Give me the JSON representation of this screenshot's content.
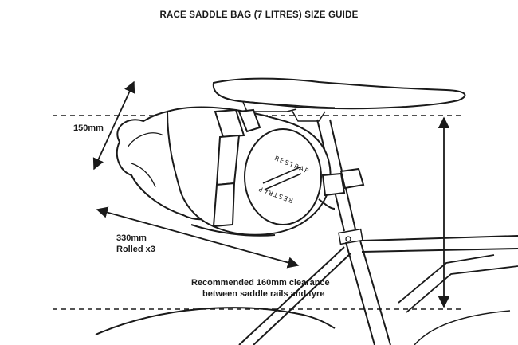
{
  "title": "RACE SADDLE BAG (7 LITRES) SIZE GUIDE",
  "dimensions": {
    "height_label": "150mm",
    "length_label": "330mm",
    "length_note": "Rolled x3",
    "clearance_line1": "Recommended 160mm clearance",
    "clearance_line2": "between saddle rails and tyre"
  },
  "brand": {
    "top": "RESTRAP",
    "bottom": "RESTRAP"
  },
  "colors": {
    "line": "#1a1a1a",
    "background": "#ffffff"
  }
}
